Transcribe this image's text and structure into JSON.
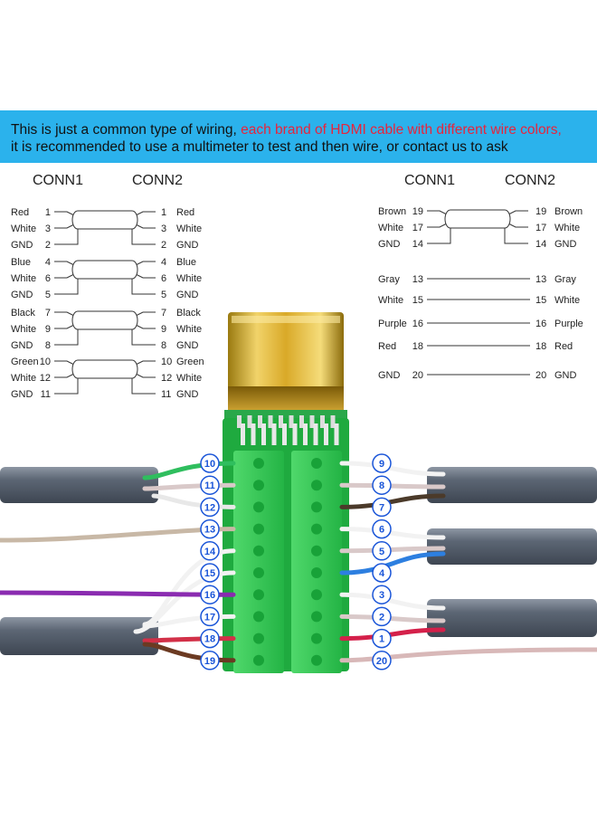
{
  "banner": {
    "line1_a": "This is just a common type of wiring, ",
    "line1_b": "each brand of HDMI cable with different wire colors,",
    "line2": "it is recommended to use a multimeter to test and then wire, or contact us to ask"
  },
  "headers": {
    "conn1": "CONN1",
    "conn2": "CONN2"
  },
  "left_groups": [
    {
      "rows": [
        {
          "left": "Red",
          "right": "Red",
          "pin": "1",
          "color": "#d42a2a"
        },
        {
          "left": "White",
          "right": "White",
          "pin": "3",
          "color": "#222222"
        },
        {
          "left": "GND",
          "right": "GND",
          "pin": "2",
          "color": "#222222"
        }
      ]
    },
    {
      "rows": [
        {
          "left": "Blue",
          "right": "Blue",
          "pin": "4",
          "color": "#1f7fd0"
        },
        {
          "left": "White",
          "right": "White",
          "pin": "6",
          "color": "#222222"
        },
        {
          "left": "GND",
          "right": "GND",
          "pin": "5",
          "color": "#222222"
        }
      ]
    },
    {
      "rows": [
        {
          "left": "Black",
          "right": "Black",
          "pin": "7",
          "color": "#222222"
        },
        {
          "left": "White",
          "right": "White",
          "pin": "9",
          "color": "#222222"
        },
        {
          "left": "GND",
          "right": "GND",
          "pin": "8",
          "color": "#222222"
        }
      ]
    },
    {
      "rows": [
        {
          "left": "Green",
          "right": "Green",
          "pin": "10",
          "color": "#21b14a"
        },
        {
          "left": "White",
          "right": "White",
          "pin": "12",
          "color": "#222222"
        },
        {
          "left": "GND",
          "right": "GND",
          "pin": "11",
          "color": "#222222"
        }
      ]
    }
  ],
  "right_pair": [
    {
      "left": "Brown",
      "right": "Brown",
      "pin": "19",
      "color": "#222222"
    },
    {
      "left": "White",
      "right": "White",
      "pin": "17",
      "color": "#222222"
    },
    {
      "left": "GND",
      "right": "GND",
      "pin": "14",
      "color": "#222222"
    }
  ],
  "right_singles": [
    {
      "left": "Gray",
      "right": "Gray",
      "pin": "13",
      "color": "#555555"
    },
    {
      "left": "White",
      "right": "White",
      "pin": "15",
      "color": "#222222"
    },
    {
      "left": "Purple",
      "right": "Purple",
      "pin": "16",
      "color": "#8e2fb5"
    },
    {
      "left": "Red",
      "right": "Red",
      "pin": "18",
      "color": "#d42a2a"
    },
    {
      "left": "GND",
      "right": "GND",
      "pin": "20",
      "color": "#222222"
    }
  ],
  "terminal_left": [
    {
      "pin": "10",
      "wire": "#2fbe5e"
    },
    {
      "pin": "11",
      "wire": "#d9c9c9"
    },
    {
      "pin": "12",
      "wire": "#e8e8e8"
    },
    {
      "pin": "13",
      "wire": "#c8b8a6"
    },
    {
      "pin": "14",
      "wire": "#f2f2f2"
    },
    {
      "pin": "15",
      "wire": "#f2f2f2"
    },
    {
      "pin": "16",
      "wire": "#8a2bb0"
    },
    {
      "pin": "17",
      "wire": "#f2f2f2"
    },
    {
      "pin": "18",
      "wire": "#d23048"
    },
    {
      "pin": "19",
      "wire": "#6b3a22"
    }
  ],
  "terminal_right": [
    {
      "pin": "9",
      "wire": "#f2f2f2"
    },
    {
      "pin": "8",
      "wire": "#d9c9c9"
    },
    {
      "pin": "7",
      "wire": "#4b3a2a"
    },
    {
      "pin": "6",
      "wire": "#f2f2f2"
    },
    {
      "pin": "5",
      "wire": "#d9c9c9"
    },
    {
      "pin": "4",
      "wire": "#2d7fe0"
    },
    {
      "pin": "3",
      "wire": "#f2f2f2"
    },
    {
      "pin": "2",
      "wire": "#d9c9c9"
    },
    {
      "pin": "1",
      "wire": "#d4204a"
    },
    {
      "pin": "20",
      "wire": "#d8b8b8"
    }
  ],
  "colors": {
    "banner": "#2bb2ec",
    "highlight": "#e8243c",
    "board": "#22c14a",
    "pin_label": "#1a55d8",
    "cable": "#5a6472"
  }
}
